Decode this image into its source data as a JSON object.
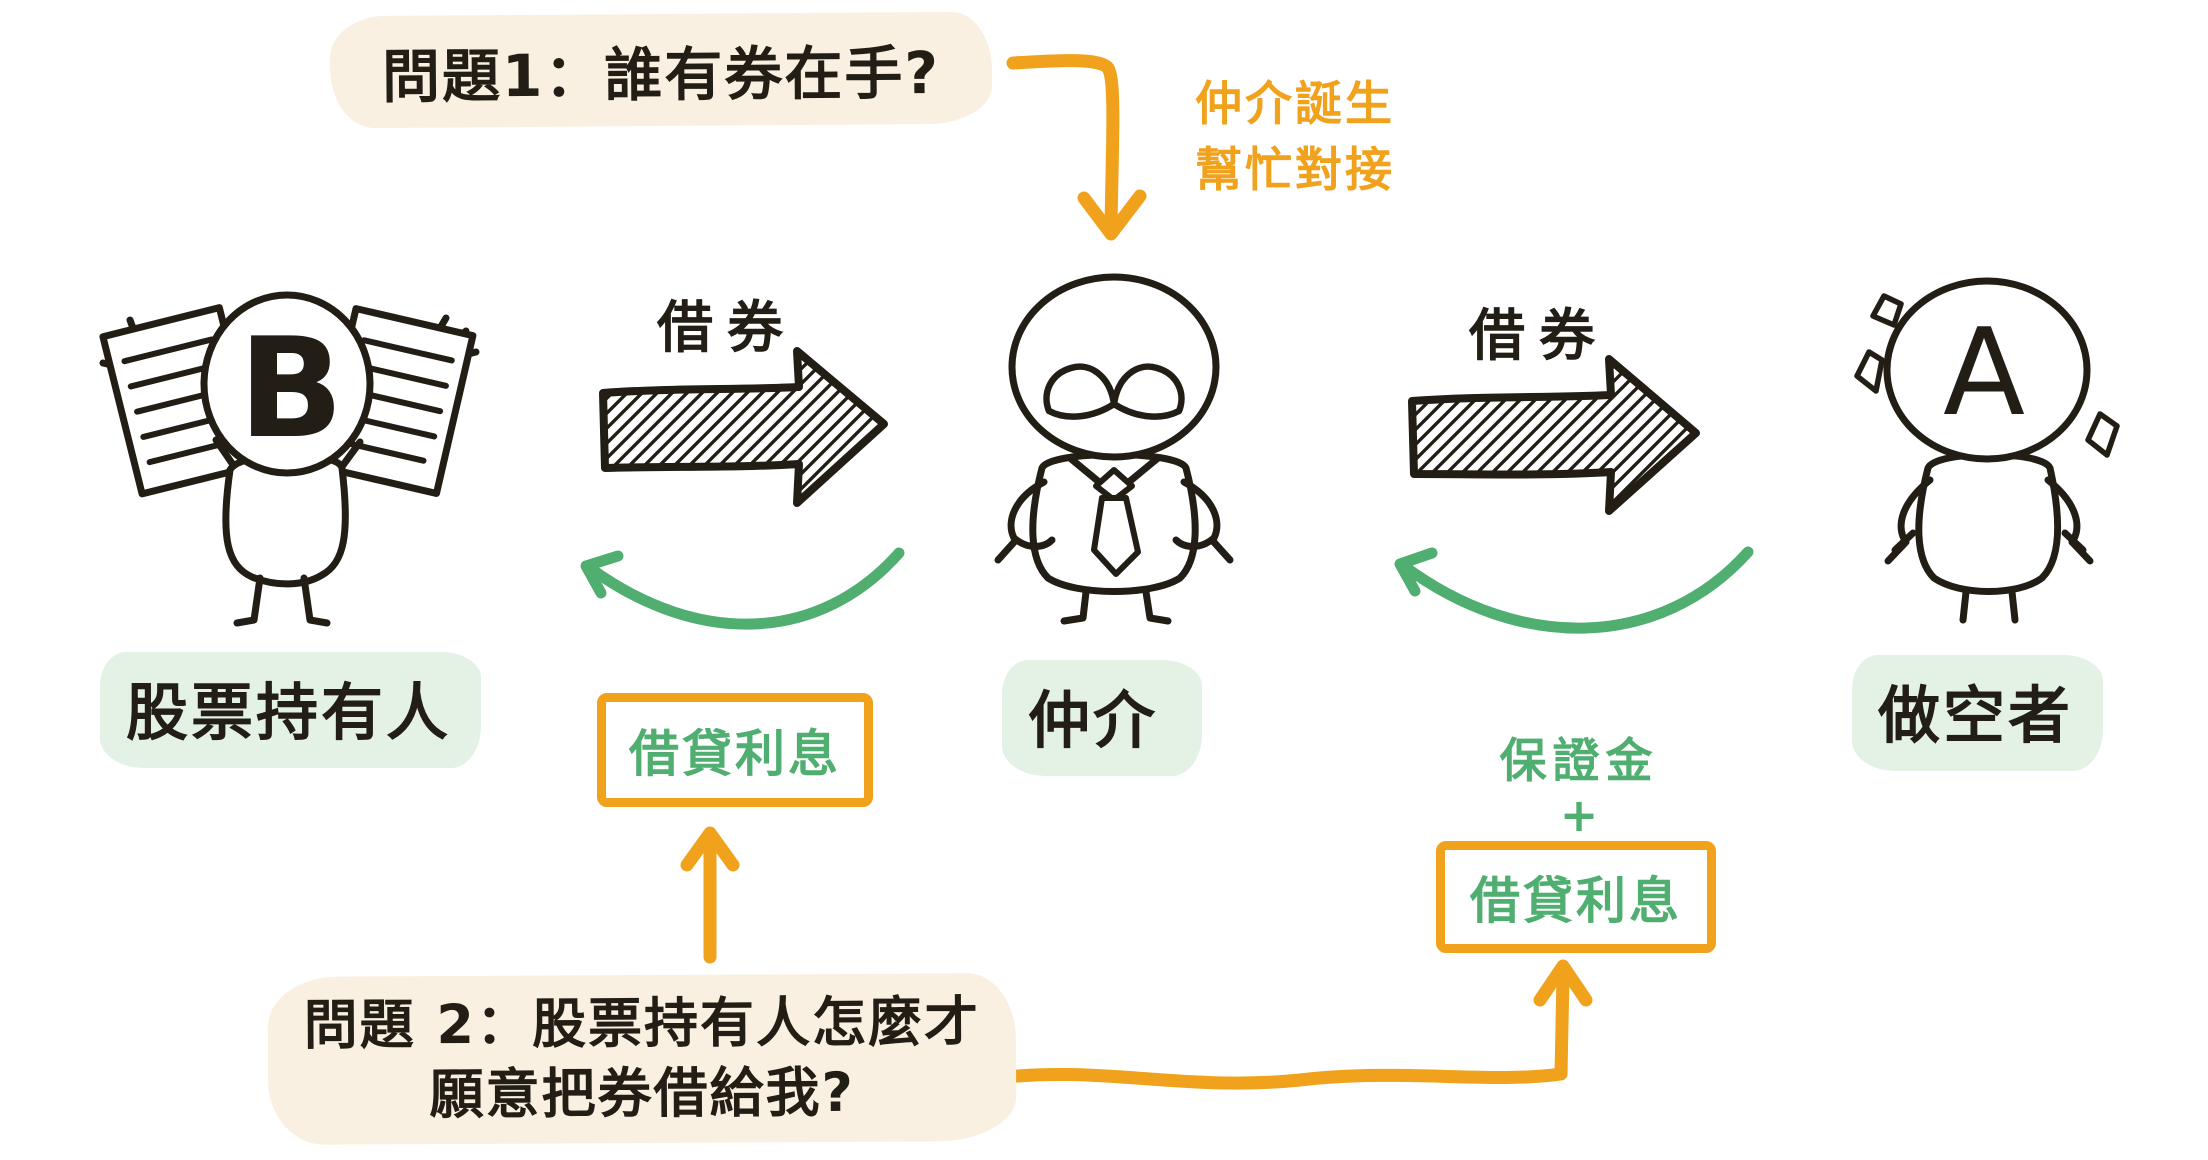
{
  "colors": {
    "ink": "#221d15",
    "orange": "#f0a21d",
    "green": "#4fae70",
    "green_highlight": "#e4f1e5",
    "cream_highlight": "#faf0e1"
  },
  "question1": {
    "text": "問題1：誰有券在手?"
  },
  "broker_note": {
    "line1": "仲介誕生",
    "line2": "幫忙對接"
  },
  "flow_labels": {
    "lend_left": "借券",
    "lend_right": "借券"
  },
  "actors": {
    "holder": {
      "label": "股票持有人",
      "head_letter": "B"
    },
    "broker": {
      "label": "仲介"
    },
    "short_seller": {
      "label": "做空者",
      "head_letter": "A"
    }
  },
  "payments": {
    "interest_left": "借貸利息",
    "margin": "保證金",
    "plus": "+",
    "interest_right": "借貸利息"
  },
  "question2": {
    "line1": "問題 2：股票持有人怎麼才",
    "line2": "願意把券借給我?"
  }
}
